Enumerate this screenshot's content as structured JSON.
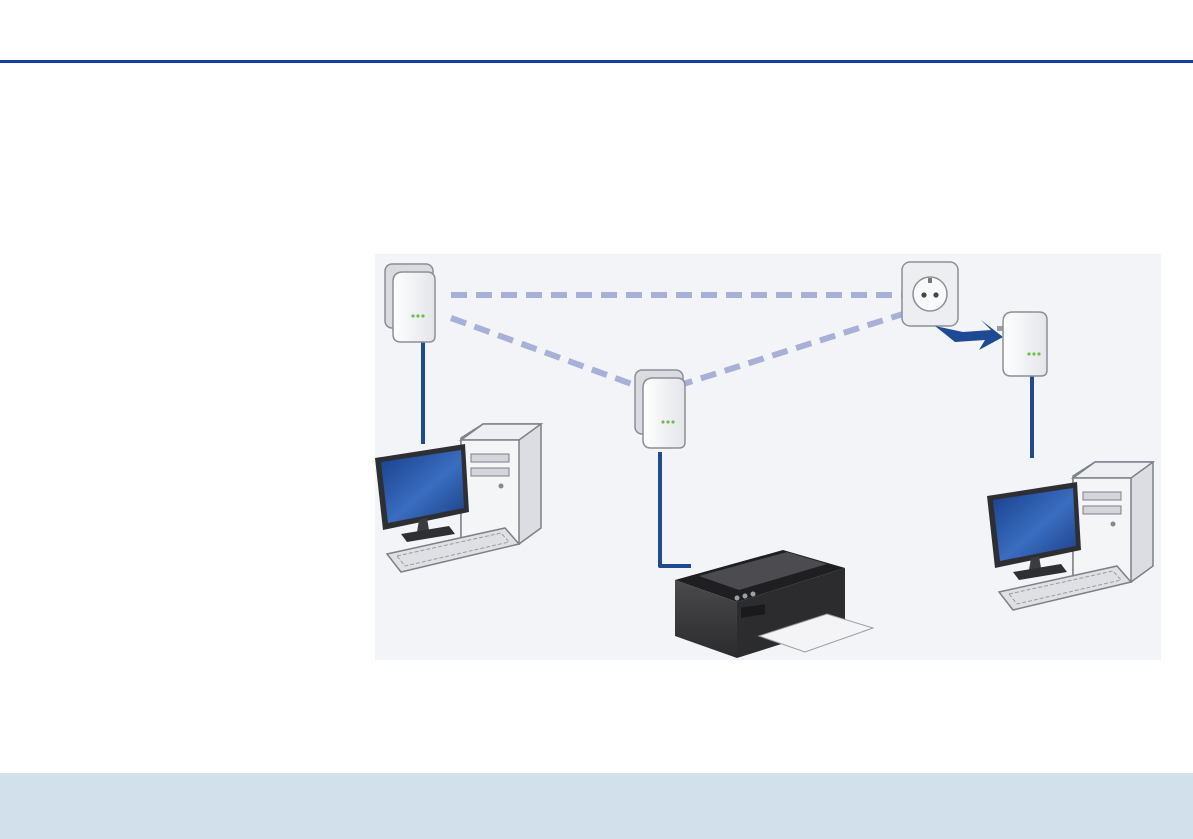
{
  "colors": {
    "header_rule": "#1a3d9c",
    "footer_band": "#d2e0ec",
    "illustration_background": "#f3f4f8",
    "powerline_dashed": "#a7b0d6",
    "ethernet_cable": "#1e4a94",
    "plug_arrow": "#1e4a94",
    "monitor_screen": "#2a5cae",
    "adapter_led": "#6cc04a",
    "printer_body": "#3a3a3c"
  },
  "diagram": {
    "nodes": [
      {
        "name": "powerline-adapter-left",
        "icon": "powerline-adapter-icon"
      },
      {
        "name": "powerline-adapter-center",
        "icon": "powerline-adapter-icon"
      },
      {
        "name": "wall-socket",
        "icon": "wall-socket-icon"
      },
      {
        "name": "powerline-adapter-right",
        "icon": "powerline-adapter-icon"
      },
      {
        "name": "desktop-computer-left",
        "icon": "desktop-computer-icon"
      },
      {
        "name": "desktop-computer-right",
        "icon": "desktop-computer-icon"
      },
      {
        "name": "printer",
        "icon": "printer-icon"
      }
    ],
    "connections": [
      {
        "from": "powerline-adapter-left",
        "to": "wall-socket",
        "kind": "powerline"
      },
      {
        "from": "powerline-adapter-left",
        "to": "powerline-adapter-center",
        "kind": "powerline"
      },
      {
        "from": "powerline-adapter-center",
        "to": "wall-socket",
        "kind": "powerline"
      },
      {
        "from": "powerline-adapter-left",
        "to": "desktop-computer-left",
        "kind": "ethernet"
      },
      {
        "from": "powerline-adapter-center",
        "to": "printer",
        "kind": "ethernet"
      },
      {
        "from": "powerline-adapter-right",
        "to": "desktop-computer-right",
        "kind": "ethernet"
      },
      {
        "from": "powerline-adapter-right",
        "to": "wall-socket",
        "kind": "plug-in-arrow"
      }
    ]
  }
}
